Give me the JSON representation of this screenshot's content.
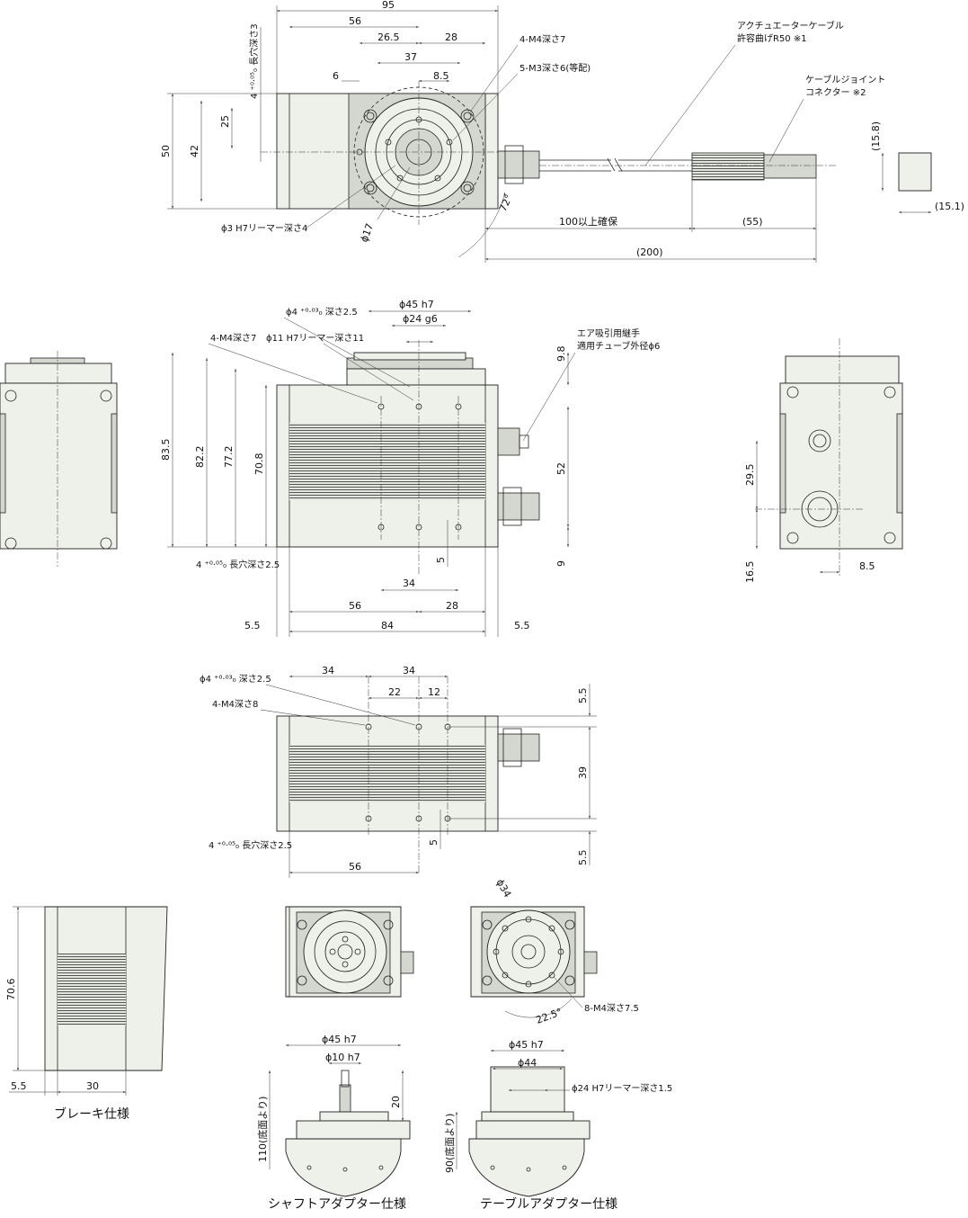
{
  "top_view": {
    "dims": {
      "d95": "95",
      "d56": "56",
      "d26_5": "26.5",
      "d28": "28",
      "d37": "37",
      "d6": "6",
      "d8_5": "8.5",
      "d50": "50",
      "d42": "42",
      "d25": "25",
      "d100": "100以上確保",
      "d55": "(55)",
      "d200": "(200)",
      "d15_8": "(15.8)",
      "d15_1": "(15.1)",
      "d72": "72°",
      "d17": "ϕ17"
    },
    "labels": {
      "m4": "4-M4深さ7",
      "m3": "5-M3深さ6(等配)",
      "cable1": "アクチュエーターケーブル",
      "cable2": "許容曲げR50 ※1",
      "joint1": "ケーブルジョイント",
      "joint2": "コネクター ※2",
      "reamer": "ϕ3 H7リーマー深さ4",
      "slot": "4 ⁺⁰·⁰⁵₀ 長穴深さ3"
    }
  },
  "front_view": {
    "dims": {
      "d45": "ϕ45 h7",
      "d24": "ϕ24 g6",
      "d9_8": "9.8",
      "d52": "52",
      "d9": "9",
      "d83_5": "83.5",
      "d82_2": "82.2",
      "d77_2": "77.2",
      "d70_8": "70.8",
      "d5": "5",
      "d34": "34",
      "d56": "56",
      "d28": "28",
      "d84": "84",
      "d5_5a": "5.5",
      "d5_5b": "5.5"
    },
    "labels": {
      "hole": "ϕ4 ⁺⁰·⁰³₀ 深さ2.5",
      "m4": "4-M4深さ7",
      "reamer": "ϕ11 H7リーマー深さ11",
      "air1": "エア吸引用継手",
      "air2": "適用チューブ外径ϕ6",
      "slot": "4 ⁺⁰·⁰⁵₀ 長穴深さ2.5"
    }
  },
  "side_view": {
    "dims": {
      "d29_5": "29.5",
      "d16_5": "16.5",
      "d8_5": "8.5"
    }
  },
  "bottom_view": {
    "dims": {
      "d34a": "34",
      "d34b": "34",
      "d22": "22",
      "d12": "12",
      "d5_5a": "5.5",
      "d39": "39",
      "d5_5b": "5.5",
      "d5": "5",
      "d56": "56"
    },
    "labels": {
      "hole": "ϕ4 ⁺⁰·⁰³₀ 深さ2.5",
      "m4": "4-M4深さ8",
      "slot": "4 ⁺⁰·⁰⁵₀ 長穴深さ2.5"
    }
  },
  "brake": {
    "dims": {
      "d70_6": "70.6",
      "d5_5": "5.5",
      "d30": "30"
    },
    "caption": "ブレーキ仕様"
  },
  "table_top": {
    "dims": {
      "d34": "ϕ34",
      "d22_5": "22.5°"
    },
    "labels": {
      "m4": "8-M4深さ7.5"
    }
  },
  "shaft_adapter": {
    "dims": {
      "d45": "ϕ45 h7",
      "d10": "ϕ10 h7",
      "d20": "20",
      "d110": "110(底面より)"
    },
    "caption": "シャフトアダプター仕様"
  },
  "table_adapter": {
    "dims": {
      "d45": "ϕ45 h7",
      "d44": "ϕ44",
      "d24": "ϕ24 H7リーマー深さ1.5",
      "d90": "90(底面より)"
    },
    "caption": "テーブルアダプター仕様"
  }
}
